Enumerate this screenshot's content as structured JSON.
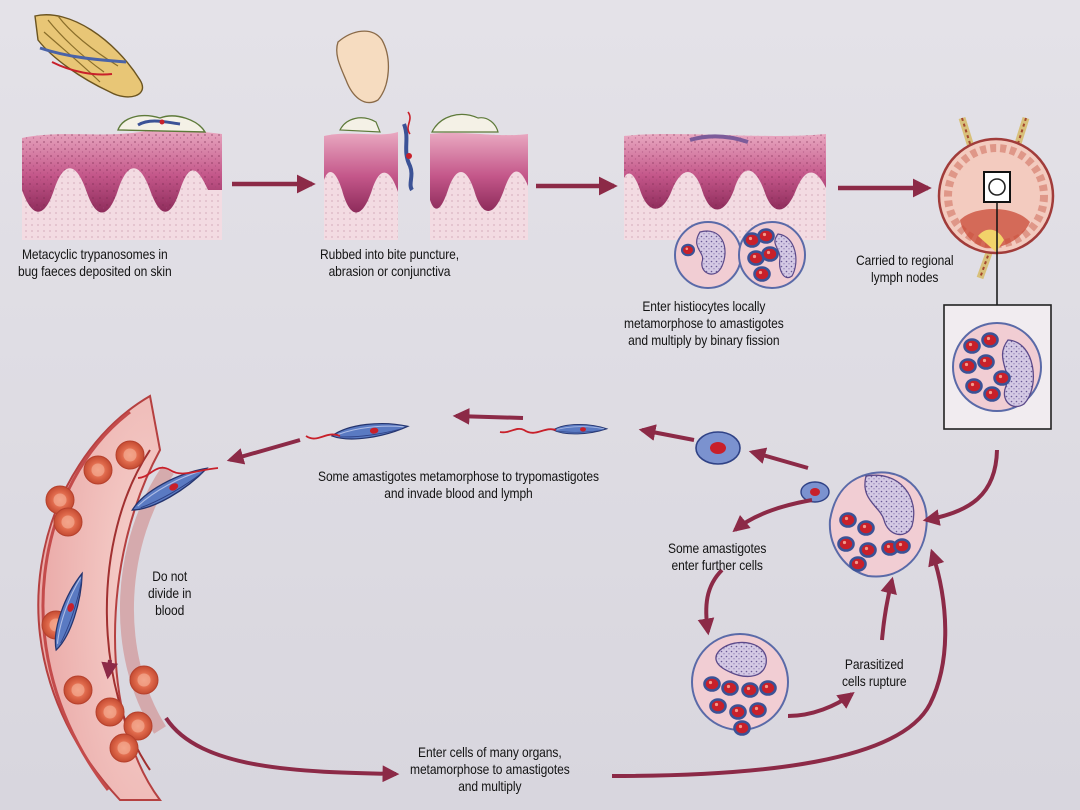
{
  "labels": {
    "bug_faeces": "Metacyclic trypanosomes in\nbug faeces deposited on skin",
    "rubbed": "Rubbed into bite puncture,\nabrasion or conjunctiva",
    "histiocytes": "Enter histiocytes locally\nmetamorphose to amastigotes\nand multiply by binary fission",
    "lymph_nodes": "Carried to regional\nlymph nodes",
    "trypomastigotes": "Some amastigotes metamorphose to trypomastigotes\nand invade blood and lymph",
    "further_cells": "Some amastigotes\nenter further cells",
    "do_not_divide": "Do not\ndivide in\nblood",
    "rupture": "Parasitized\ncells rupture",
    "many_organs": "Enter cells of many organs,\nmetamorphose to amastigotes\nand multiply"
  },
  "colors": {
    "arrow": "#8c2a47",
    "skin": "#c45d8a",
    "parasite_nucleus": "#c8202a",
    "parasite_body": "#4a63a8",
    "cell_fill": "#f1cdd3"
  }
}
